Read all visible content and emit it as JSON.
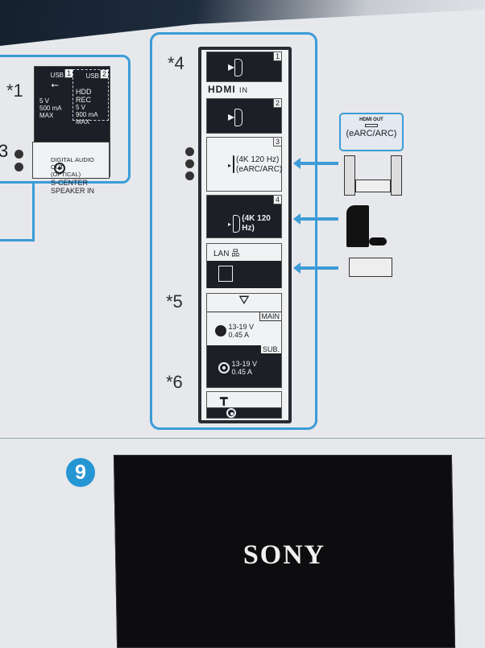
{
  "left_panel": {
    "marker": "*1",
    "side_marker": "3",
    "usb1": {
      "label": "USB",
      "number": "1",
      "power": "5 V",
      "current": "500 mA MAX"
    },
    "usb2": {
      "label": "USB",
      "number": "2",
      "title": "HDD REC",
      "power": "5 V",
      "current": "900 mA MAX"
    },
    "audio": {
      "line1": "DIGITAL AUDIO OUT",
      "line2": "(OPTICAL)",
      "line3": "S-CENTER",
      "line4": "SPEAKER IN"
    }
  },
  "main_panel": {
    "marker4": "*4",
    "marker5": "*5",
    "marker6": "*6",
    "hdmi_in_label": "HDMI",
    "hdmi_in_suffix": "IN",
    "hdmi_ports": [
      {
        "number": "1",
        "text": ""
      },
      {
        "number": "2",
        "text": ""
      },
      {
        "number": "3",
        "text": "(4K 120 Hz)",
        "text2": "(eARC/ARC)"
      },
      {
        "number": "4",
        "text": "(4K 120 Hz)"
      }
    ],
    "lan_label": "LAN",
    "sat_main": {
      "label": "MAIN",
      "voltage": "13-19 V",
      "current": "0.45 A"
    },
    "sat_sub": {
      "label": "SUB.",
      "voltage": "13-19 V",
      "current": "0.45 A"
    }
  },
  "devices": {
    "callout_title": "HDMI OUT",
    "callout_text": "(eARC/ARC)"
  },
  "step": {
    "number": "9",
    "brand": "SONY"
  },
  "colors": {
    "accent": "#3c9bd6",
    "dark": "#1d1f26"
  }
}
